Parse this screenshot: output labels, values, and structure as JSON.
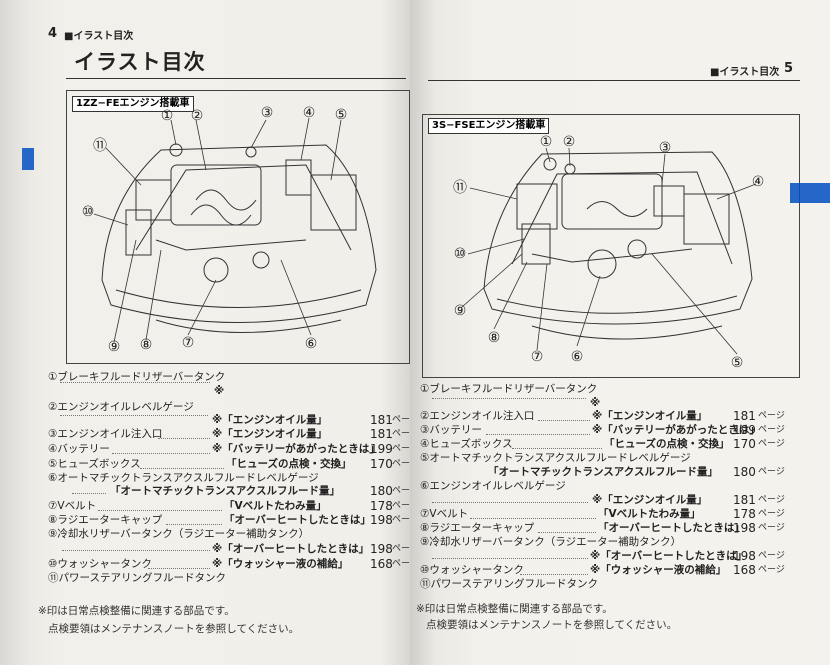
{
  "left": {
    "page_number": "4",
    "running_head": "■イラスト目次",
    "title": "イラスト目次",
    "figure_caption": "1ZZ−FEエンジン搭載車",
    "callouts": [
      "①",
      "②",
      "③",
      "④",
      "⑤",
      "⑥",
      "⑦",
      "⑧",
      "⑨",
      "⑩",
      "⑪"
    ],
    "entries": [
      {
        "label": "①ブレーキフルードリザーバータンク"
      },
      {
        "ref": "※",
        "num": "",
        "unit": ""
      },
      {
        "label": "②エンジンオイルレベルゲージ"
      },
      {
        "ref": "※「エンジンオイル量」",
        "num": "181",
        "unit": "ページ"
      },
      {
        "label": "③エンジンオイル注入口",
        "ref": "※「エンジンオイル量」",
        "num": "181",
        "unit": "ページ"
      },
      {
        "label": "④バッテリー",
        "ref": "※「バッテリーがあがったときは」",
        "num": "199",
        "unit": "ページ"
      },
      {
        "label": "⑤ヒューズボックス",
        "ref": "「ヒューズの点検・交換」",
        "num": "170",
        "unit": "ページ"
      },
      {
        "label": "⑥オートマチックトランスアクスルフルードレベルゲージ"
      },
      {
        "ref": "「オートマチックトランスアクスルフルード量」",
        "num": "180",
        "unit": "ページ"
      },
      {
        "label": "⑦Vベルト",
        "ref": "「Vベルトたわみ量」",
        "num": "178",
        "unit": "ページ"
      },
      {
        "label": "⑧ラジエーターキャップ",
        "ref": "「オーバーヒートしたときは」",
        "num": "198",
        "unit": "ページ"
      },
      {
        "label": "⑨冷却水リザーバータンク（ラジエーター補助タンク）"
      },
      {
        "ref": "※「オーバーヒートしたときは」",
        "num": "198",
        "unit": "ページ"
      },
      {
        "label": "⑩ウォッシャータンク",
        "ref": "※「ウォッシャー液の補給」",
        "num": "168",
        "unit": "ページ"
      },
      {
        "label": "⑪パワーステアリングフルードタンク"
      }
    ],
    "notes": [
      "※印は日常点検整備に関連する部品です。",
      "点検要領はメンテナンスノートを参照してください。"
    ]
  },
  "right": {
    "page_number": "5",
    "running_head": "■イラスト目次",
    "figure_caption": "3S−FSEエンジン搭載車",
    "callouts": [
      "①",
      "②",
      "③",
      "④",
      "⑤",
      "⑥",
      "⑦",
      "⑧",
      "⑨",
      "⑩",
      "⑪"
    ],
    "entries": [
      {
        "label": "①ブレーキフルードリザーバータンク"
      },
      {
        "ref": "※",
        "num": "",
        "unit": ""
      },
      {
        "label": "②エンジンオイル注入口",
        "ref": "※「エンジンオイル量」",
        "num": "181",
        "unit": "ページ"
      },
      {
        "label": "③バッテリー",
        "ref": "※「バッテリーがあがったときは」",
        "num": "199",
        "unit": "ページ"
      },
      {
        "label": "④ヒューズボックス",
        "ref": "「ヒューズの点検・交換」",
        "num": "170",
        "unit": "ページ"
      },
      {
        "label": "⑤オートマチックトランスアクスルフルードレベルゲージ"
      },
      {
        "ref": "「オートマチックトランスアクスルフルード量」",
        "num": "180",
        "unit": "ページ"
      },
      {
        "label": "⑥エンジンオイルレベルゲージ"
      },
      {
        "ref": "※「エンジンオイル量」",
        "num": "181",
        "unit": "ページ"
      },
      {
        "label": "⑦Vベルト",
        "ref": "「Vベルトたわみ量」",
        "num": "178",
        "unit": "ページ"
      },
      {
        "label": "⑧ラジエーターキャップ",
        "ref": "「オーバーヒートしたときは」",
        "num": "198",
        "unit": "ページ"
      },
      {
        "label": "⑨冷却水リザーバータンク（ラジエーター補助タンク）"
      },
      {
        "ref": "※「オーバーヒートしたときは」",
        "num": "198",
        "unit": "ページ"
      },
      {
        "label": "⑩ウォッシャータンク",
        "ref": "※「ウォッシャー液の補給」",
        "num": "168",
        "unit": "ページ"
      },
      {
        "label": "⑪パワーステアリングフルードタンク"
      }
    ],
    "notes": [
      "※印は日常点検整備に関連する部品です。",
      "点検要領はメンテナンスノートを参照してください。"
    ]
  },
  "colors": {
    "thumb_tab": "#2566c9",
    "paper": "#f3f1ec",
    "ink": "#222222"
  }
}
